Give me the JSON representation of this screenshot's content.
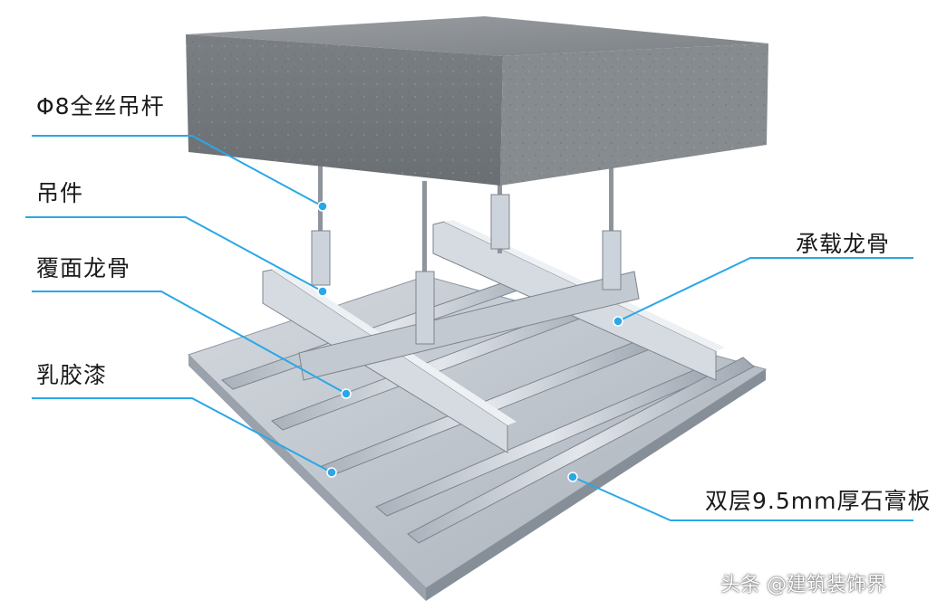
{
  "labels": {
    "hanger_rod": "Φ8全丝吊杆",
    "hanger": "吊件",
    "cover_keel": "覆面龙骨",
    "latex_paint": "乳胶漆",
    "main_keel": "承载龙骨",
    "gypsum_board": "双层9.5mm厚石膏板"
  },
  "watermark": "头条 @建筑装饰界",
  "colors": {
    "leader_line": "#2aa7e6",
    "concrete": "#8a8f93",
    "metal": "#c9ced4",
    "board": "#b7bdc5"
  }
}
